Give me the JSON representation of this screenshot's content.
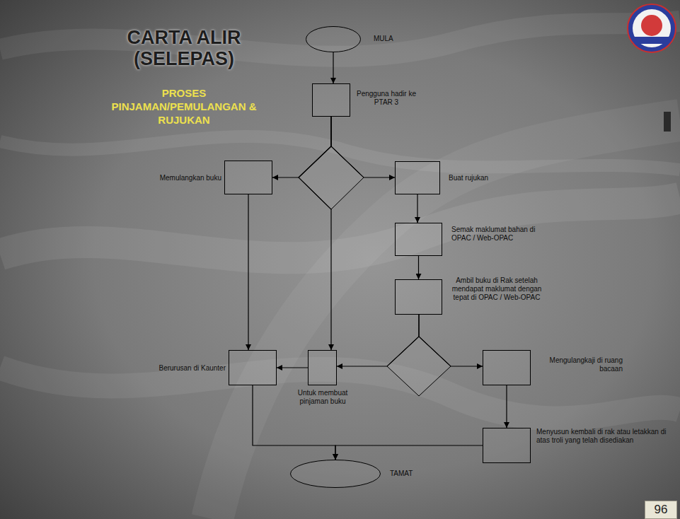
{
  "diagram": {
    "title": "CARTA ALIR (SELEPAS)",
    "nodes": [
      {
        "text": [
          "MULA"
        ]
      },
      {
        "text": [
          "Pengguna hadir ke PTAR 3"
        ]
      },
      {
        "text": [
          "Memulangkan buku"
        ]
      },
      {
        "text": [
          "Buat rujukan"
        ]
      },
      {
        "text": [
          "Semak maklumat bahan di OPAC / Web-OPAC"
        ]
      },
      {
        "text": [
          "Ambil buku di Rak setelah mendapat maklumat dengan tepat di OPAC / Web-OPAC"
        ]
      },
      {
        "text": [
          "Berurusan di Kaunter"
        ]
      },
      {
        "text": [
          "Untuk membuat pinjaman buku"
        ]
      },
      {
        "text": [
          "Mengulangkaji di ruang bacaan"
        ]
      },
      {
        "text": [
          "Menyusun kembali di rak atau letakkan di atas troli yang telah disediakan"
        ]
      },
      {
        "text": [
          "TAMAT"
        ]
      }
    ],
    "edges": [
      {
        "from": 0,
        "to": 1,
        "arrow": "to"
      },
      {
        "from": 1,
        "to": 2,
        "arrow": "to"
      },
      {
        "from": 1,
        "to": 3,
        "arrow": "to"
      },
      {
        "from": 1,
        "to": 7,
        "arrow": "to"
      },
      {
        "from": 3,
        "to": 4,
        "arrow": "to"
      },
      {
        "from": 4,
        "to": 5,
        "arrow": "to"
      },
      {
        "from": 2,
        "to": 6,
        "arrow": "to"
      },
      {
        "from": 7,
        "to": 6,
        "arrow": "to"
      },
      {
        "from": 5,
        "to": 7,
        "arrow": "to"
      },
      {
        "from": 5,
        "to": 8,
        "arrow": "to"
      },
      {
        "from": 8,
        "to": 9,
        "arrow": "to"
      },
      {
        "from": 6,
        "to": 10,
        "arrow": "to"
      },
      {
        "from": 9,
        "to": 10,
        "arrow": "to"
      }
    ],
    "labels": [
      "PROSES PINJAMAN/PEMULANGAN & RUJUKAN",
      "96"
    ]
  }
}
